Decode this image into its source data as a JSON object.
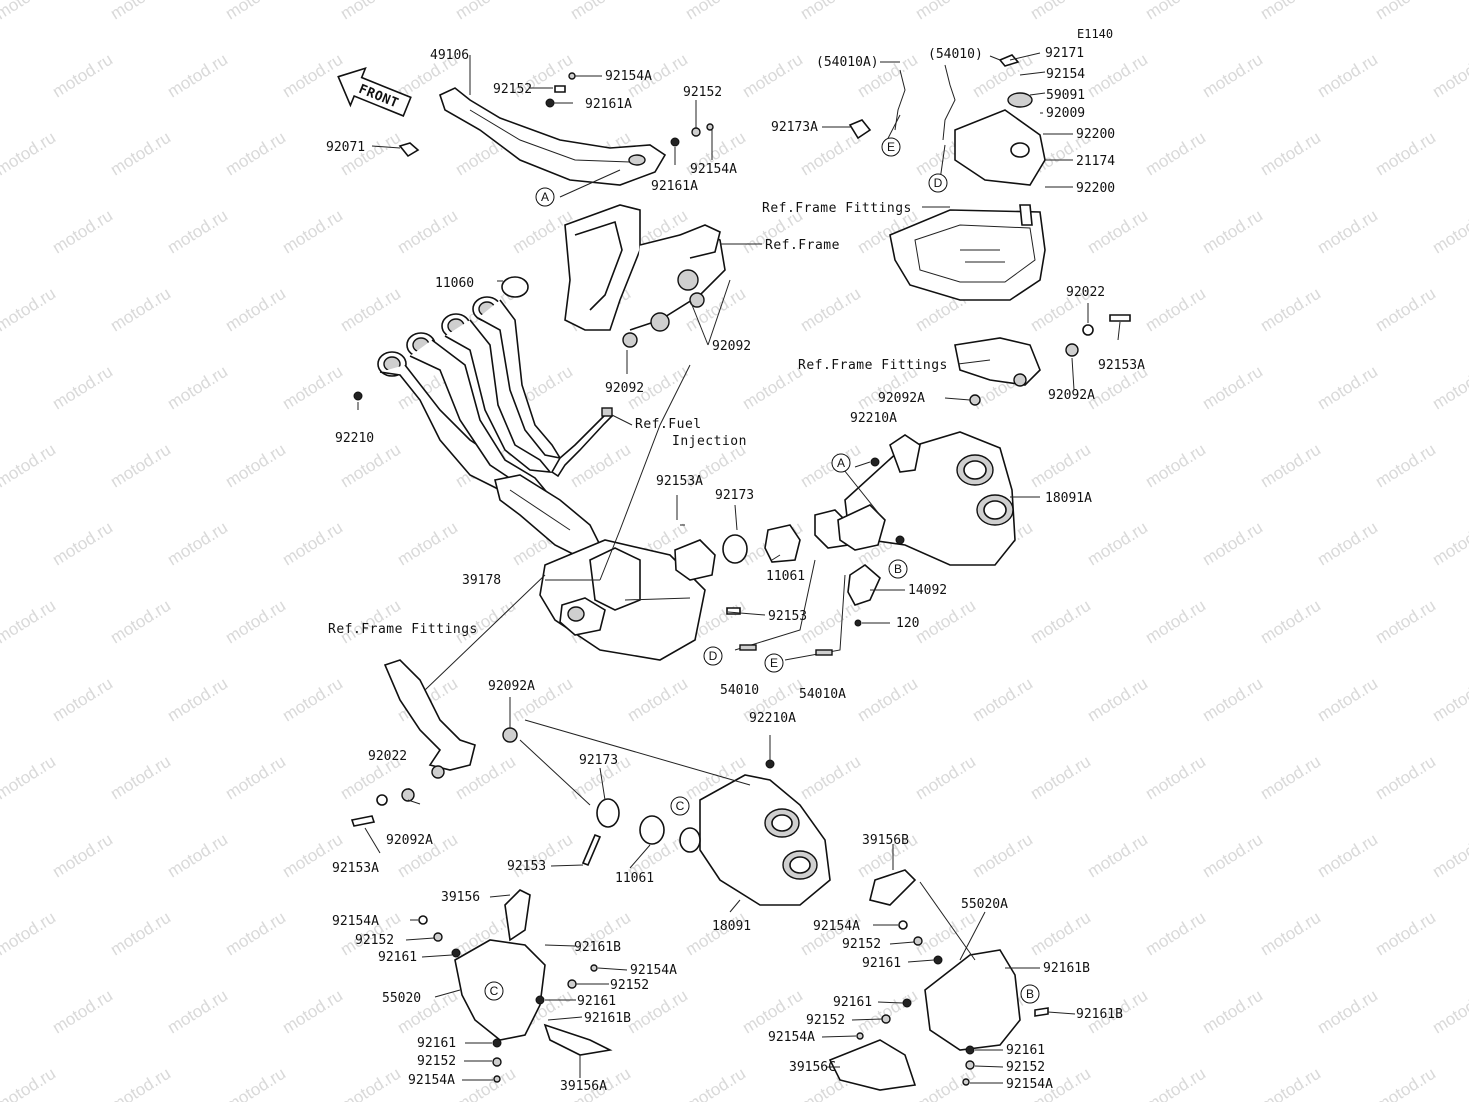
{
  "diagram_code": "E1140",
  "front_label": "FRONT",
  "watermark_text": "motod.ru",
  "refs": {
    "frame_fittings": "Ref.Frame Fittings",
    "frame": "Ref.Frame",
    "fuel_line1": "Ref.Fuel",
    "fuel_line2": "Injection"
  },
  "labels": [
    {
      "text": "49106"
    },
    {
      "text": "92152"
    },
    {
      "text": "92161A"
    },
    {
      "text": "92154A"
    },
    {
      "text": "92071"
    },
    {
      "text": "92152"
    },
    {
      "text": "92154A"
    },
    {
      "text": "92161A"
    },
    {
      "text": "(54010A)"
    },
    {
      "text": "(54010)"
    },
    {
      "text": "92171"
    },
    {
      "text": "92154"
    },
    {
      "text": "59091"
    },
    {
      "text": "92009"
    },
    {
      "text": "92200"
    },
    {
      "text": "21174"
    },
    {
      "text": "92200"
    },
    {
      "text": "92173A"
    },
    {
      "text": "11060"
    },
    {
      "text": "92092"
    },
    {
      "text": "92092"
    },
    {
      "text": "92210"
    },
    {
      "text": "92022"
    },
    {
      "text": "92153A"
    },
    {
      "text": "92092A"
    },
    {
      "text": "92092A"
    },
    {
      "text": "92210A"
    },
    {
      "text": "18091A"
    },
    {
      "text": "92153A"
    },
    {
      "text": "92173"
    },
    {
      "text": "11061"
    },
    {
      "text": "39178"
    },
    {
      "text": "14092"
    },
    {
      "text": "92153"
    },
    {
      "text": "120"
    },
    {
      "text": "54010"
    },
    {
      "text": "54010A"
    },
    {
      "text": "92092A"
    },
    {
      "text": "92210A"
    },
    {
      "text": "92022"
    },
    {
      "text": "92092A"
    },
    {
      "text": "92153A"
    },
    {
      "text": "92173"
    },
    {
      "text": "92153"
    },
    {
      "text": "11061"
    },
    {
      "text": "18091"
    },
    {
      "text": "39156"
    },
    {
      "text": "92154A"
    },
    {
      "text": "92152"
    },
    {
      "text": "92161"
    },
    {
      "text": "92161B"
    },
    {
      "text": "92154A"
    },
    {
      "text": "92152"
    },
    {
      "text": "55020"
    },
    {
      "text": "92161"
    },
    {
      "text": "92161B"
    },
    {
      "text": "92161"
    },
    {
      "text": "92152"
    },
    {
      "text": "92154A"
    },
    {
      "text": "39156A"
    },
    {
      "text": "39156B"
    },
    {
      "text": "92154A"
    },
    {
      "text": "92152"
    },
    {
      "text": "92161"
    },
    {
      "text": "55020A"
    },
    {
      "text": "92161B"
    },
    {
      "text": "92161B"
    },
    {
      "text": "92161"
    },
    {
      "text": "92152"
    },
    {
      "text": "92154A"
    },
    {
      "text": "39156C"
    },
    {
      "text": "92161"
    },
    {
      "text": "92152"
    },
    {
      "text": "92154A"
    }
  ],
  "callouts": [
    "A",
    "E",
    "D",
    "A",
    "B",
    "D",
    "E",
    "C",
    "C",
    "B"
  ]
}
